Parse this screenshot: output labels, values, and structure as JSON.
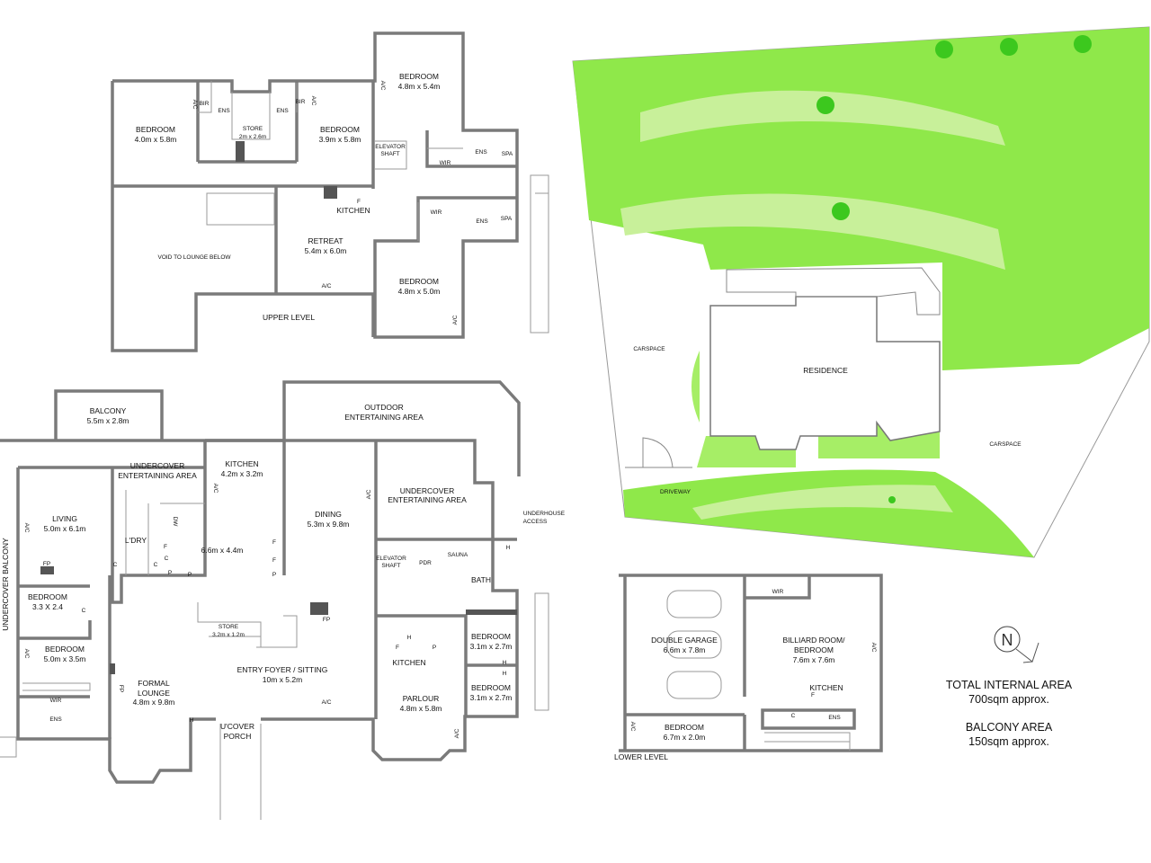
{
  "colors": {
    "wall": "#7a7a7a",
    "lawn": "#8fe84a",
    "lawn_band": "#c8f09a",
    "tree": "#3cc81e",
    "fixture": "#555555"
  },
  "upper": {
    "title": "UPPER LEVEL",
    "bed1": {
      "name": "BEDROOM",
      "dims": "4.0m x 5.8m"
    },
    "bed2": {
      "name": "BEDROOM",
      "dims": "3.9m x 5.8m"
    },
    "bed3": {
      "name": "BEDROOM",
      "dims": "4.8m x 5.4m"
    },
    "bed4": {
      "name": "BEDROOM",
      "dims": "4.8m x 5.0m"
    },
    "store": {
      "name": "STORE",
      "dims": "2m x 2.6m"
    },
    "ens": "ENS",
    "bir": "BIR",
    "ac": "A/C",
    "wir": "WIR",
    "spa": "SPA",
    "f": "F",
    "elevator": [
      "ELEVATOR",
      "SHAFT"
    ],
    "kitchen": "KITCHEN",
    "retreat": {
      "name": "RETREAT",
      "dims": "5.4m x 6.0m"
    },
    "void": "VOID TO LOUNGE BELOW"
  },
  "ground": {
    "balcony": {
      "name": "BALCONY",
      "dims": "5.5m x 2.8m"
    },
    "outdoor": [
      "OUTDOOR",
      "ENTERTAINING AREA"
    ],
    "undercover1": [
      "UNDERCOVER",
      "ENTERTAINING AREA"
    ],
    "undercover2": [
      "UNDERCOVER",
      "ENTERTAINING AREA"
    ],
    "underhouse": [
      "UNDERHOUSE",
      "ACCESS"
    ],
    "undercover_balcony": "UNDERCOVER BALCONY",
    "kitchen": {
      "name": "KITCHEN",
      "dims": "4.2m x 3.2m",
      "dims2": "6.6m x 4.4m"
    },
    "dw": "DW",
    "ldry": "L'DRY",
    "c": "C",
    "p": "P",
    "f": "F",
    "h": "H",
    "fp": "FP",
    "ac": "A/C",
    "living": {
      "name": "LIVING",
      "dims": "5.0m x 6.1m"
    },
    "bed_small": {
      "name": "BEDROOM",
      "dims": "3.3 X 2.4"
    },
    "bed_left": {
      "name": "BEDROOM",
      "dims": "5.0m x 3.5m"
    },
    "wir": "WIR",
    "ens": "ENS",
    "dining": {
      "name": "DINING",
      "dims": "5.3m x 9.8m"
    },
    "elevator": [
      "ELEVATOR",
      "SHAFT"
    ],
    "pdr": "PDR",
    "sauna": "SAUNA",
    "bath": "BATH",
    "store": {
      "name": "STORE",
      "dims": "3.2m x 1.2m"
    },
    "foyer": {
      "name": "ENTRY FOYER / SITTING",
      "dims": "10m x 5.2m"
    },
    "lounge": {
      "name1": "FORMAL",
      "name2": "LOUNGE",
      "dims": "4.8m x 9.8m"
    },
    "porch": [
      "U'COVER",
      "PORCH"
    ],
    "kitchen2": "KITCHEN",
    "parlour": {
      "name": "PARLOUR",
      "dims": "4.8m x 5.8m"
    },
    "bed_r1": {
      "name": "BEDROOM",
      "dims": "3.1m x 2.7m"
    },
    "bed_r2": {
      "name": "BEDROOM",
      "dims": "3.1m x 2.7m"
    }
  },
  "site": {
    "carspace1": "CARSPACE",
    "carspace2": "CARSPACE",
    "residence": "RESIDENCE",
    "driveway": "DRIVEWAY"
  },
  "lower": {
    "title": "LOWER LEVEL",
    "garage": {
      "name": "DOUBLE GARAGE",
      "dims": "6.6m x 7.8m"
    },
    "billiard": {
      "name1": "BILLIARD ROOM/",
      "name2": "BEDROOM",
      "dims": "7.6m x 7.6m"
    },
    "wir": "WIR",
    "kitchen": "KITCHEN",
    "f": "F",
    "c": "C",
    "ens": "ENS",
    "ac": "A/C",
    "bedroom": {
      "name": "BEDROOM",
      "dims": "6.7m x 2.0m"
    }
  },
  "north": "N",
  "totals": {
    "internal_label": "TOTAL INTERNAL AREA",
    "internal_value": "700sqm approx.",
    "balcony_label": "BALCONY AREA",
    "balcony_value": "150sqm approx."
  }
}
